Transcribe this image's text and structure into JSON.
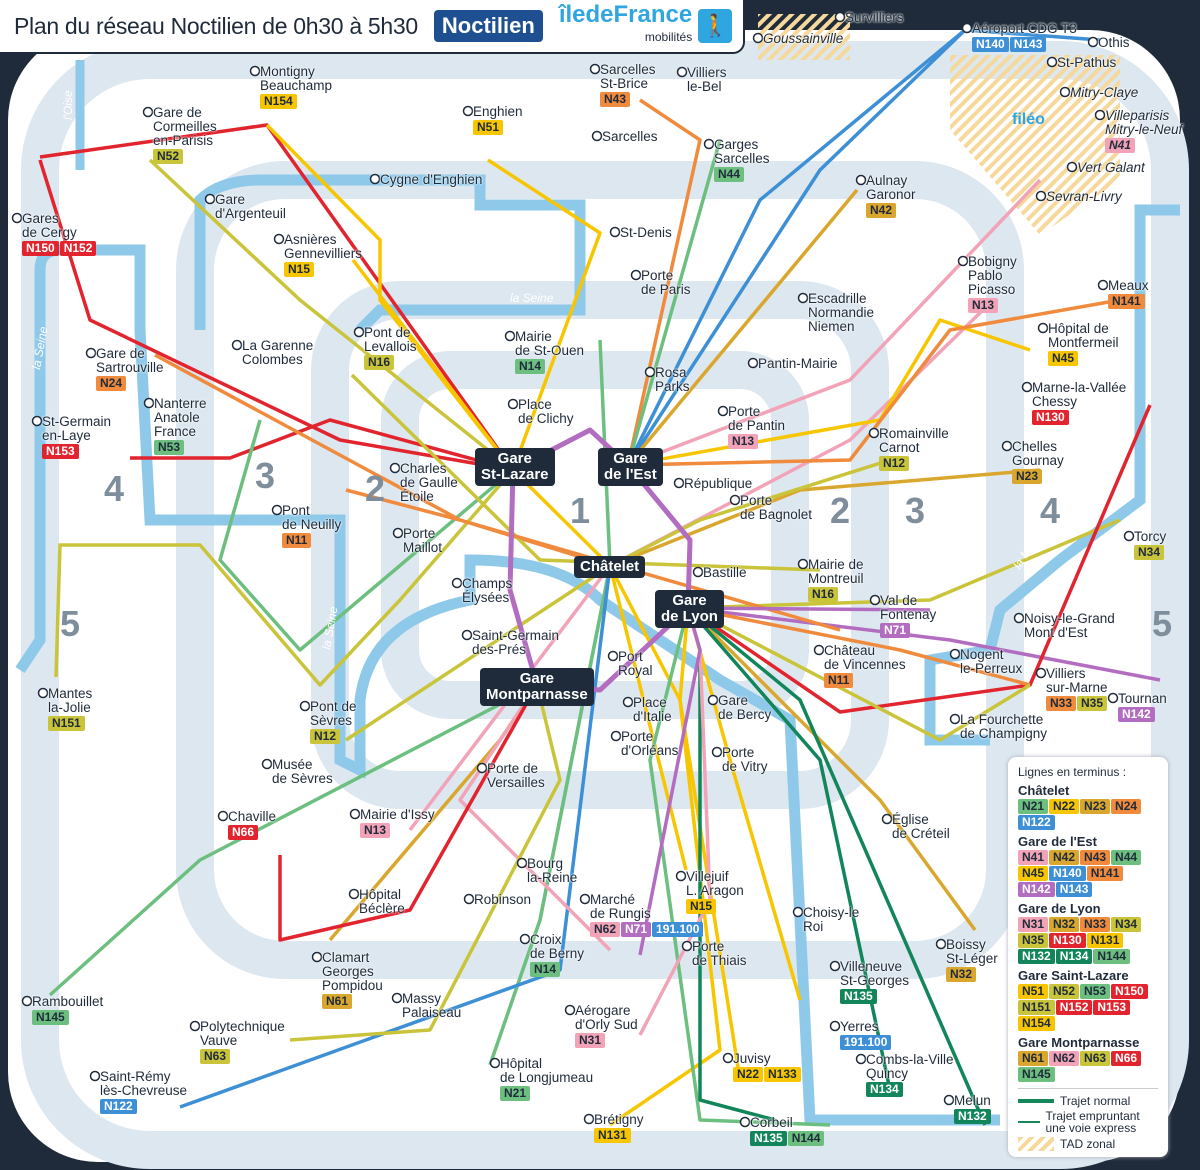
{
  "header": {
    "title": "Plan du réseau Noctilien",
    "subtitle": "de 0h30 à 5h30",
    "brand": "Noctilien",
    "partner": "îledeFrance",
    "partner_sub": "mobilités"
  },
  "line_colors": {
    "yellow": "#f7c600",
    "olive": "#c9c43a",
    "orange": "#f08a3c",
    "pink": "#f2a3b8",
    "green": "#6dbf80",
    "red": "#e1242e",
    "dkgreen": "#12855a",
    "blue": "#3d8fd6",
    "purple": "#b36dc0",
    "gold": "#d9a72e"
  },
  "line_color_of": {
    "N01": "purple",
    "N02": "purple",
    "N11": "orange",
    "N12": "olive",
    "N13": "pink",
    "N14": "green",
    "N15": "yellow",
    "N16": "olive",
    "N21": "green",
    "N22": "yellow",
    "N23": "gold",
    "N24": "orange",
    "N31": "pink",
    "N32": "gold",
    "N33": "orange",
    "N34": "olive",
    "N35": "olive",
    "N41": "pink",
    "N42": "gold",
    "N43": "orange",
    "N44": "green",
    "N45": "yellow",
    "N51": "yellow",
    "N52": "olive",
    "N53": "green",
    "N61": "gold",
    "N62": "pink",
    "N63": "olive",
    "N66": "red",
    "N71": "purple",
    "N122": "blue",
    "N130": "red",
    "N131": "yellow",
    "N132": "dkgreen",
    "N133": "yellow",
    "N134": "dkgreen",
    "N135": "dkgreen",
    "N140": "blue",
    "N141": "orange",
    "N142": "purple",
    "N143": "blue",
    "N144": "green",
    "N145": "green",
    "N150": "red",
    "N151": "olive",
    "N152": "red",
    "N153": "red",
    "N154": "yellow",
    "191.100": "blue"
  },
  "hubs": [
    "Gare\nSt-Lazare",
    "Gare\nde l'Est",
    "Châtelet",
    "Gare\nde Lyon",
    "Gare\nMontparnasse"
  ],
  "zones": [
    "1",
    "2",
    "2",
    "3",
    "3",
    "4",
    "4",
    "5",
    "5"
  ],
  "stations": [
    {
      "name": "Montigny\nBeauchamp",
      "lines": [
        "N154"
      ]
    },
    {
      "name": "Gare de\nCormeilles\nen-Parisis",
      "lines": [
        "N52"
      ]
    },
    {
      "name": "Gares\nde Cergy",
      "lines": [
        "N150",
        "N152"
      ]
    },
    {
      "name": "Gare\nd'Argenteuil",
      "lines": []
    },
    {
      "name": "Cygne d'Enghien",
      "lines": []
    },
    {
      "name": "Enghien",
      "lines": [
        "N51"
      ]
    },
    {
      "name": "Sarcelles\nSt-Brice",
      "lines": [
        "N43"
      ]
    },
    {
      "name": "Villiers\nle-Bel",
      "lines": []
    },
    {
      "name": "Sarcelles",
      "lines": []
    },
    {
      "name": "Garges\nSarcelles",
      "lines": [
        "N44"
      ]
    },
    {
      "name": "Survilliers",
      "lines": []
    },
    {
      "name": "Goussainville",
      "lines": [],
      "italic": true
    },
    {
      "name": "Aéroport CDG T3",
      "lines": [
        "N140",
        "N143"
      ]
    },
    {
      "name": "Othis",
      "lines": []
    },
    {
      "name": "St-Pathus",
      "lines": []
    },
    {
      "name": "Mitry-Claye",
      "lines": [],
      "italic": true
    },
    {
      "name": "Villeparisis\nMitry-le-Neuf",
      "lines": [
        "N41"
      ],
      "italic": true
    },
    {
      "name": "Vert Galant",
      "lines": [],
      "italic": true
    },
    {
      "name": "Sevran-Livry",
      "lines": [],
      "italic": true
    },
    {
      "name": "Aulnay\nGaronor",
      "lines": [
        "N42"
      ]
    },
    {
      "name": "St-Denis",
      "lines": []
    },
    {
      "name": "Porte\nde Paris",
      "lines": []
    },
    {
      "name": "Asnières\nGennevilliers",
      "lines": [
        "N15"
      ]
    },
    {
      "name": "Pont de\nLevallois",
      "lines": [
        "N16"
      ]
    },
    {
      "name": "Mairie\nde St-Ouen",
      "lines": [
        "N14"
      ]
    },
    {
      "name": "Bobigny\nPablo\nPicasso",
      "lines": [
        "N13"
      ]
    },
    {
      "name": "Escadrille\nNormandie\nNiemen",
      "lines": []
    },
    {
      "name": "Meaux",
      "lines": [
        "N141"
      ]
    },
    {
      "name": "Hôpital de\nMontfermeil",
      "lines": [
        "N45"
      ]
    },
    {
      "name": "Pantin-Mairie",
      "lines": []
    },
    {
      "name": "Rosa\nParks",
      "lines": []
    },
    {
      "name": "Gare de\nSartrouville",
      "lines": [
        "N24"
      ]
    },
    {
      "name": "La Garenne\nColombes",
      "lines": []
    },
    {
      "name": "Nanterre\nAnatole\nFrance",
      "lines": [
        "N53"
      ]
    },
    {
      "name": "St-Germain\nen-Laye",
      "lines": [
        "N153"
      ]
    },
    {
      "name": "Place\nde Clichy",
      "lines": []
    },
    {
      "name": "Porte\nde Pantin",
      "lines": [
        "N13"
      ]
    },
    {
      "name": "Romainville\nCarnot",
      "lines": [
        "N12"
      ]
    },
    {
      "name": "Marne-la-Vallée\nChessy",
      "lines": [
        "N130"
      ]
    },
    {
      "name": "Chelles\nGournay",
      "lines": [
        "N23"
      ]
    },
    {
      "name": "Charles\nde Gaulle\nÉtoile",
      "lines": []
    },
    {
      "name": "République",
      "lines": []
    },
    {
      "name": "Porte\nde Bagnolet",
      "lines": []
    },
    {
      "name": "Pont\nde Neuilly",
      "lines": [
        "N11"
      ]
    },
    {
      "name": "Porte\nMaillot",
      "lines": []
    },
    {
      "name": "Champs\nÉlysées",
      "lines": []
    },
    {
      "name": "Bastille",
      "lines": []
    },
    {
      "name": "Mairie de\nMontreuil",
      "lines": [
        "N16"
      ]
    },
    {
      "name": "Torcy",
      "lines": [
        "N34"
      ]
    },
    {
      "name": "Saint-Germain\ndes-Prés",
      "lines": []
    },
    {
      "name": "Port\nRoyal",
      "lines": []
    },
    {
      "name": "Val de\nFontenay",
      "lines": [
        "N71"
      ]
    },
    {
      "name": "Château\nde Vincennes",
      "lines": [
        "N11"
      ]
    },
    {
      "name": "Nogent\nle-Perreux",
      "lines": []
    },
    {
      "name": "Noisy-le-Grand\nMont d'Est",
      "lines": []
    },
    {
      "name": "Villiers\nsur-Marne",
      "lines": [
        "N33",
        "N35"
      ]
    },
    {
      "name": "Tournan",
      "lines": [
        "N142"
      ]
    },
    {
      "name": "Mantes\nla-Jolie",
      "lines": [
        "N151"
      ]
    },
    {
      "name": "Pont de\nSèvres",
      "lines": [
        "N12"
      ]
    },
    {
      "name": "Place\nd'Italie",
      "lines": []
    },
    {
      "name": "Gare\nde Bercy",
      "lines": []
    },
    {
      "name": "La Fourchette\nde Champigny",
      "lines": []
    },
    {
      "name": "Porte\nd'Orléans",
      "lines": []
    },
    {
      "name": "Porte de\nVersailles",
      "lines": []
    },
    {
      "name": "Porte\nde Vitry",
      "lines": []
    },
    {
      "name": "Musée\nde Sèvres",
      "lines": []
    },
    {
      "name": "Chaville",
      "lines": [
        "N66"
      ]
    },
    {
      "name": "Mairie d'Issy",
      "lines": [
        "N13"
      ]
    },
    {
      "name": "Église\nde Créteil",
      "lines": []
    },
    {
      "name": "Bourg\nla-Reine",
      "lines": []
    },
    {
      "name": "Hôpital\nBéclère",
      "lines": []
    },
    {
      "name": "Robinson",
      "lines": []
    },
    {
      "name": "Marché\nde Rungis",
      "lines": [
        "N62",
        "N71",
        "191.100"
      ]
    },
    {
      "name": "Villejuif\nL. Aragon",
      "lines": [
        "N15"
      ]
    },
    {
      "name": "Choisy-le\nRoi",
      "lines": []
    },
    {
      "name": "Croix\nde Berny",
      "lines": [
        "N14"
      ]
    },
    {
      "name": "Porte\nde Thiais",
      "lines": []
    },
    {
      "name": "Clamart\nGeorges\nPompidou",
      "lines": [
        "N61"
      ]
    },
    {
      "name": "Boissy\nSt-Léger",
      "lines": [
        "N32"
      ]
    },
    {
      "name": "Villeneuve\nSt-Georges",
      "lines": [
        "N135"
      ]
    },
    {
      "name": "Rambouillet",
      "lines": [
        "N145"
      ]
    },
    {
      "name": "Massy\nPalaiseau",
      "lines": []
    },
    {
      "name": "Polytechnique\nVauve",
      "lines": [
        "N63"
      ]
    },
    {
      "name": "Aérogare\nd'Orly Sud",
      "lines": [
        "N31"
      ]
    },
    {
      "name": "Yerres",
      "lines": [
        "191.100"
      ]
    },
    {
      "name": "Combs-la-Ville\nQuincy",
      "lines": [
        "N134"
      ]
    },
    {
      "name": "Hôpital\nde Longjumeau",
      "lines": [
        "N21"
      ]
    },
    {
      "name": "Juvisy",
      "lines": [
        "N22",
        "N133"
      ]
    },
    {
      "name": "Saint-Rémy\nlès-Chevreuse",
      "lines": [
        "N122"
      ]
    },
    {
      "name": "Melun",
      "lines": [
        "N132"
      ]
    },
    {
      "name": "Brétigny",
      "lines": [
        "N131"
      ]
    },
    {
      "name": "Corbeil",
      "lines": [
        "N135",
        "N144"
      ]
    }
  ],
  "rivers": [
    "la Seine",
    "la Seine",
    "la Seine",
    "la Marne",
    "l'Oise"
  ],
  "legend": {
    "title": "Lignes en terminus :",
    "groups": [
      {
        "name": "Châtelet",
        "lines": [
          "N21",
          "N22",
          "N23",
          "N24",
          "N122"
        ]
      },
      {
        "name": "Gare de l'Est",
        "lines": [
          "N41",
          "N42",
          "N43",
          "N44",
          "N45",
          "N140",
          "N141",
          "N142",
          "N143"
        ]
      },
      {
        "name": "Gare de Lyon",
        "lines": [
          "N31",
          "N32",
          "N33",
          "N34",
          "N35",
          "N130",
          "N131",
          "N132",
          "N134",
          "N144"
        ]
      },
      {
        "name": "Gare Saint-Lazare",
        "lines": [
          "N51",
          "N52",
          "N53",
          "N150",
          "N151",
          "N152",
          "N153",
          "N154"
        ]
      },
      {
        "name": "Gare Montparnasse",
        "lines": [
          "N61",
          "N62",
          "N63",
          "N66",
          "N145"
        ]
      }
    ],
    "normal": "Trajet normal",
    "express": "Trajet empruntant une voie express",
    "tad": "TAD zonal",
    "tad_label": "filéo"
  }
}
